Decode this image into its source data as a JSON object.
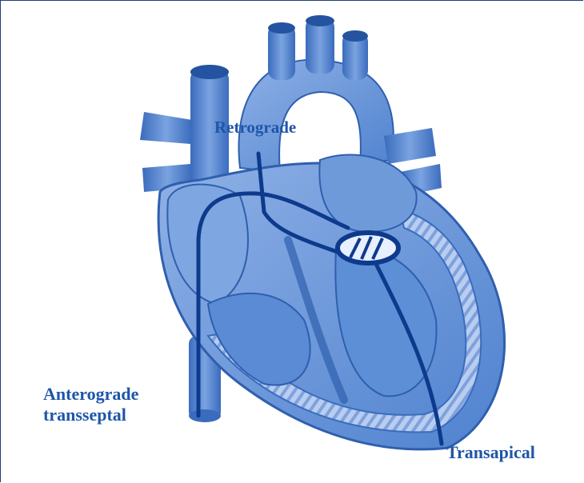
{
  "figure": {
    "labels": {
      "retrograde": "Retrograde",
      "anterograde_line1": "Anterograde",
      "anterograde_line2": "transseptal",
      "transapical": "Transapical"
    },
    "colors": {
      "label_text": "#1e56a8",
      "catheter": "#0d3a8c",
      "heart_light": "#9bb9e8",
      "heart_mid": "#5d8fd6",
      "heart_dark": "#2f5fae",
      "border": "#1f3f7a"
    },
    "icons": [
      "heart-illustration",
      "mitral-valve-ring-icon"
    ]
  }
}
